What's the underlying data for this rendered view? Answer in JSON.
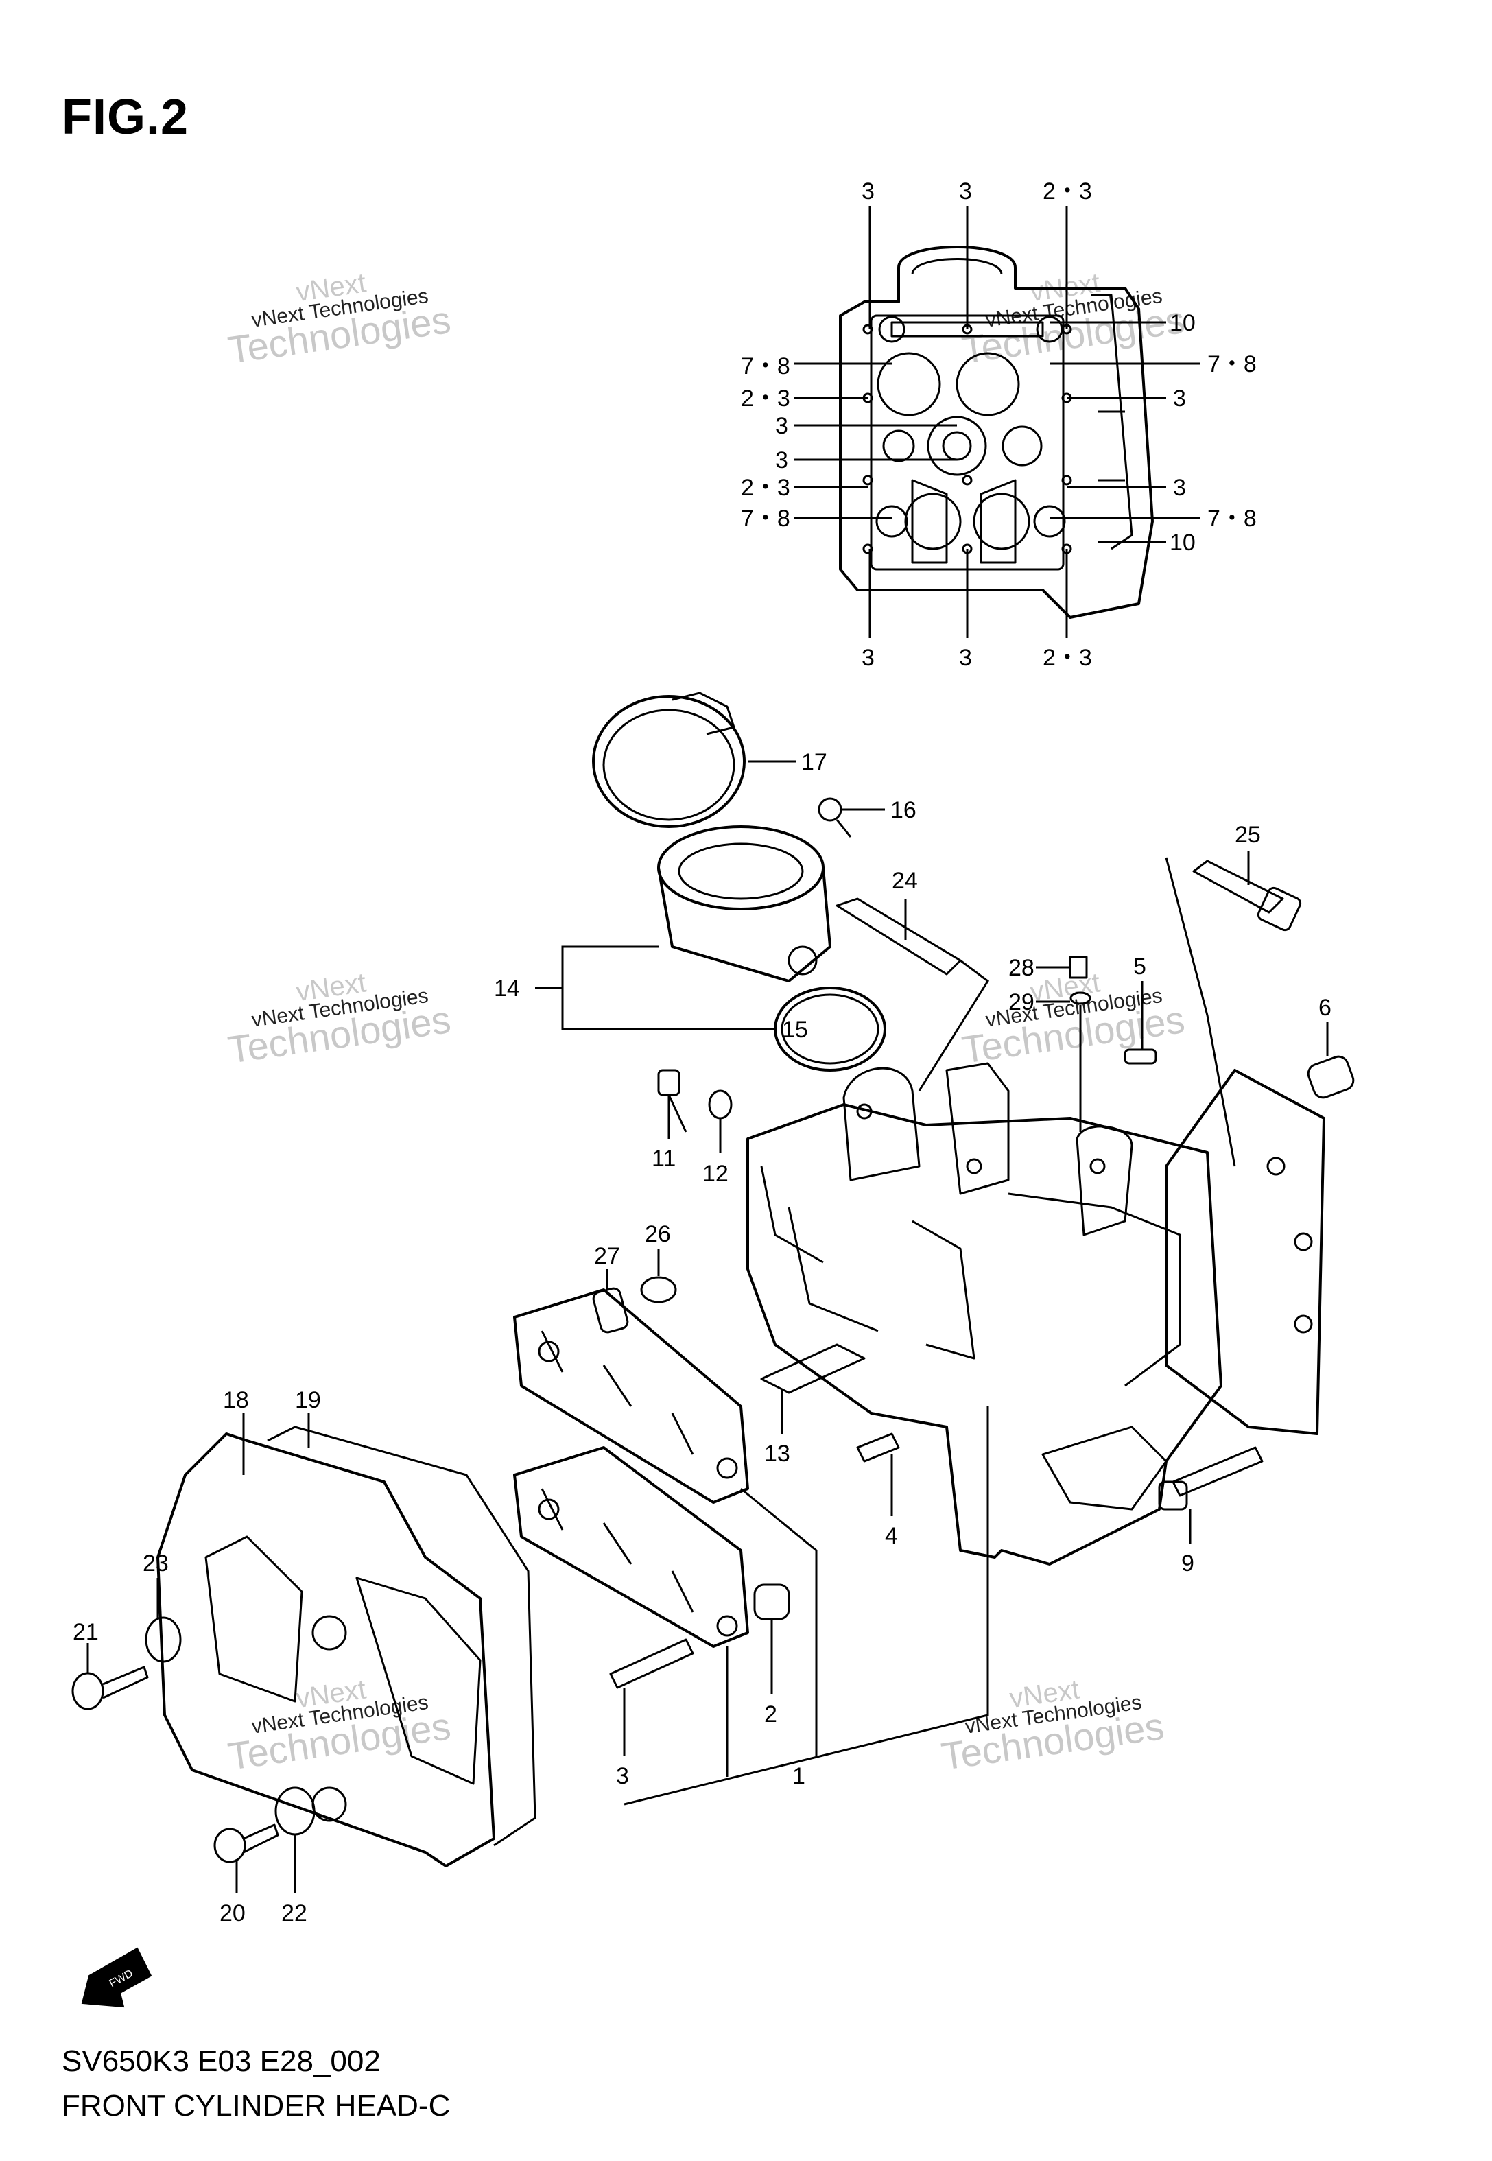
{
  "figure": {
    "title": "FIG.2",
    "code": "SV650K3 E03 E28_002",
    "name": "FRONT CYLINDER HEAD-C"
  },
  "watermark": {
    "line1": "vNext",
    "line2": "vNext Technologies",
    "line3": "Technologies"
  },
  "callouts": {
    "top_3a": "3",
    "top_3b": "3",
    "top_23": "2・3",
    "l_78a": "7・8",
    "l_23a": "2・3",
    "l_3a": "3",
    "l_3b": "3",
    "l_23b": "2・3",
    "l_78b": "7・8",
    "r_10a": "10",
    "r_78a": "7・8",
    "r_3a": "3",
    "r_3b": "3",
    "r_78b": "7・8",
    "r_10b": "10",
    "bot_3a": "3",
    "bot_3b": "3",
    "bot_23": "2・3",
    "p1": "1",
    "p2": "2",
    "p3": "3",
    "p4": "4",
    "p5": "5",
    "p6": "6",
    "p9": "9",
    "p11": "11",
    "p12": "12",
    "p13": "13",
    "p14": "14",
    "p15": "15",
    "p16": "16",
    "p17": "17",
    "p18": "18",
    "p19": "19",
    "p20": "20",
    "p21": "21",
    "p22": "22",
    "p23": "23",
    "p24": "24",
    "p25": "25",
    "p26": "26",
    "p27": "27",
    "p28": "28",
    "p29": "29"
  },
  "fwd_label": "FWD"
}
